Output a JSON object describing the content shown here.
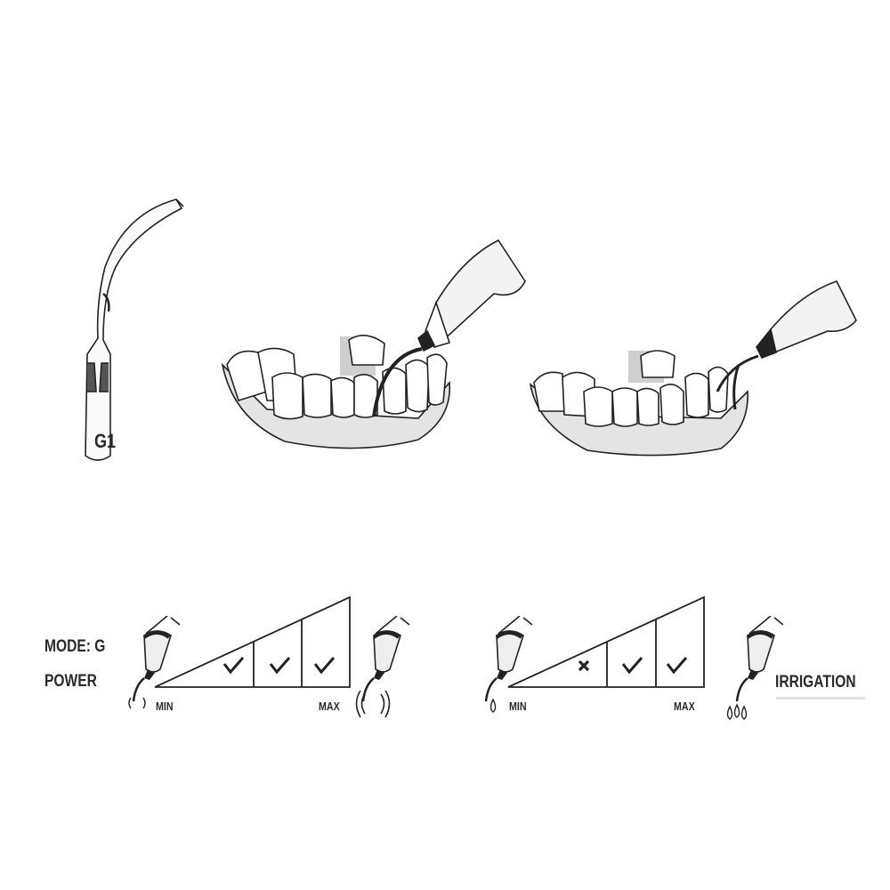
{
  "tip": {
    "model": "G1"
  },
  "mode": {
    "label": "MODE: G"
  },
  "power": {
    "label": "POWER",
    "min_label": "MIN",
    "max_label": "MAX",
    "levels": [
      "check",
      "check",
      "check"
    ]
  },
  "irrigation": {
    "label": "IRRIGATION",
    "min_label": "MIN",
    "max_label": "MAX",
    "levels": [
      "cross",
      "check",
      "check"
    ]
  },
  "colors": {
    "line": "#222222",
    "gum": "#e4e4e4",
    "shadow": "#d0d0d0"
  }
}
